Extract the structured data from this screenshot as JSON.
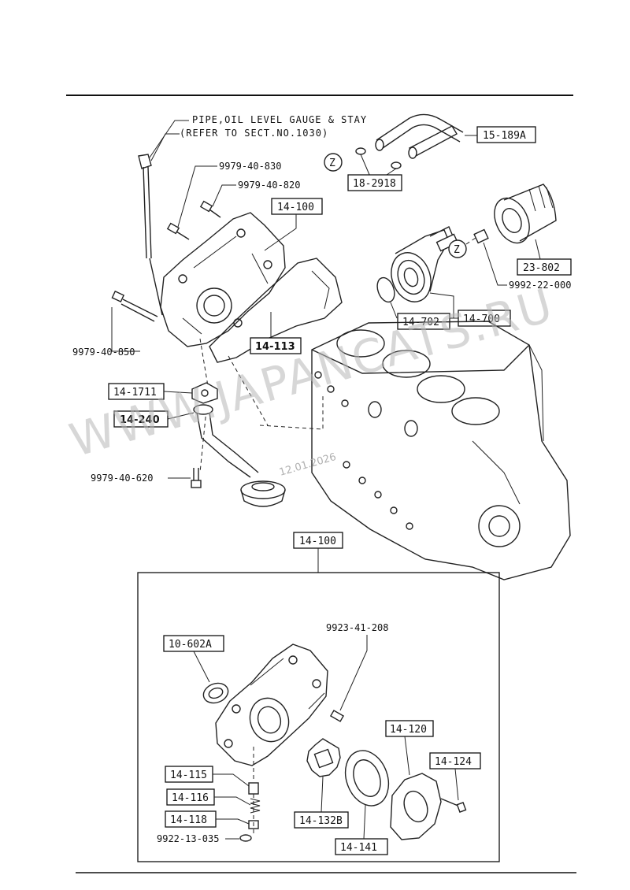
{
  "note": {
    "line1": "PIPE,OIL LEVEL GAUGE & STAY",
    "line2": "(REFER TO SECT.NO.1030)"
  },
  "labels": {
    "l_9979_40_830": "9979-40-830",
    "l_9979_40_820": "9979-40-820",
    "l_9979_40_850": "9979-40-850",
    "l_9979_40_620": "9979-40-620",
    "l_9992_22_000": "9992-22-000",
    "l_9923_41_208": "9923-41-208",
    "l_9922_13_035": "9922-13-035"
  },
  "boxes": {
    "b_15_189a": "15-189A",
    "b_18_2918": "18-2918",
    "b_14_100_top": "14-100",
    "b_23_802": "23-802",
    "b_14_702": "14-702",
    "b_14_700": "14-700",
    "b_14_113": "14-113",
    "b_14_1711": "14-1711",
    "b_14_240": "14-240",
    "b_14_100_detail": "14-100",
    "b_10_602a": "10-602A",
    "b_14_120": "14-120",
    "b_14_124": "14-124",
    "b_14_115": "14-115",
    "b_14_116": "14-116",
    "b_14_118": "14-118",
    "b_14_132b": "14-132B",
    "b_14_141": "14-141"
  },
  "marks": {
    "z1": "Z",
    "z2": "Z"
  },
  "watermark": {
    "text": "WWW.JAPANCATS.RU",
    "date": "12.01.2026"
  }
}
